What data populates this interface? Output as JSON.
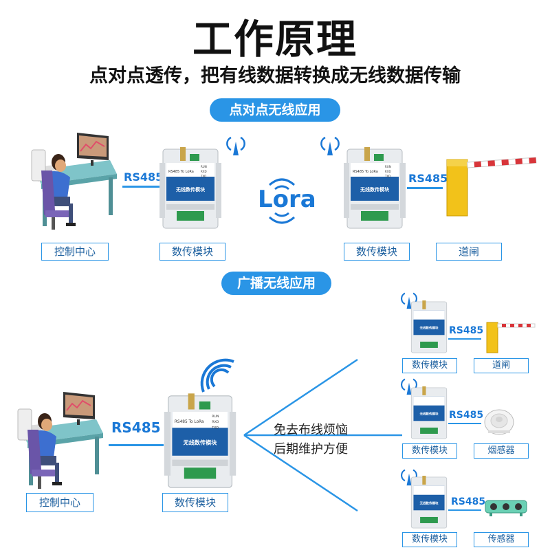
{
  "title": "工作原理",
  "subtitle": "点对点透传，把有线数据转换成无线数据传输",
  "section1": {
    "heading": "点对点无线应用",
    "control_label": "控制中心",
    "rs485": "RS485",
    "module_label": "数传模块",
    "lora": "Lora",
    "module2_label": "数传模块",
    "rs485_right": "RS485",
    "gate_label": "道闸"
  },
  "section2": {
    "heading": "广播无线应用",
    "control_label": "控制中心",
    "rs485": "RS485",
    "module_label": "数传模块",
    "note_line1": "免去布线烦恼",
    "note_line2": "后期维护方便",
    "targets": [
      {
        "module_label": "数传模块",
        "rs485": "RS485",
        "device_label": "道闸",
        "device_icon": "barrier-gate-icon"
      },
      {
        "module_label": "数传模块",
        "rs485": "RS485",
        "device_label": "烟感器",
        "device_icon": "smoke-detector-icon"
      },
      {
        "module_label": "数传模块",
        "rs485": "RS485",
        "device_label": "传感器",
        "device_icon": "sensor-icon"
      }
    ]
  },
  "module": {
    "model_text": "RS485 To LoRa",
    "name_text": "无线数传模块",
    "leds": [
      "RUN",
      "RXD",
      "TXD"
    ]
  },
  "colors": {
    "accent": "#2a95e6",
    "module_green": "#2e9a4e",
    "gate_yellow": "#f2c21a"
  }
}
